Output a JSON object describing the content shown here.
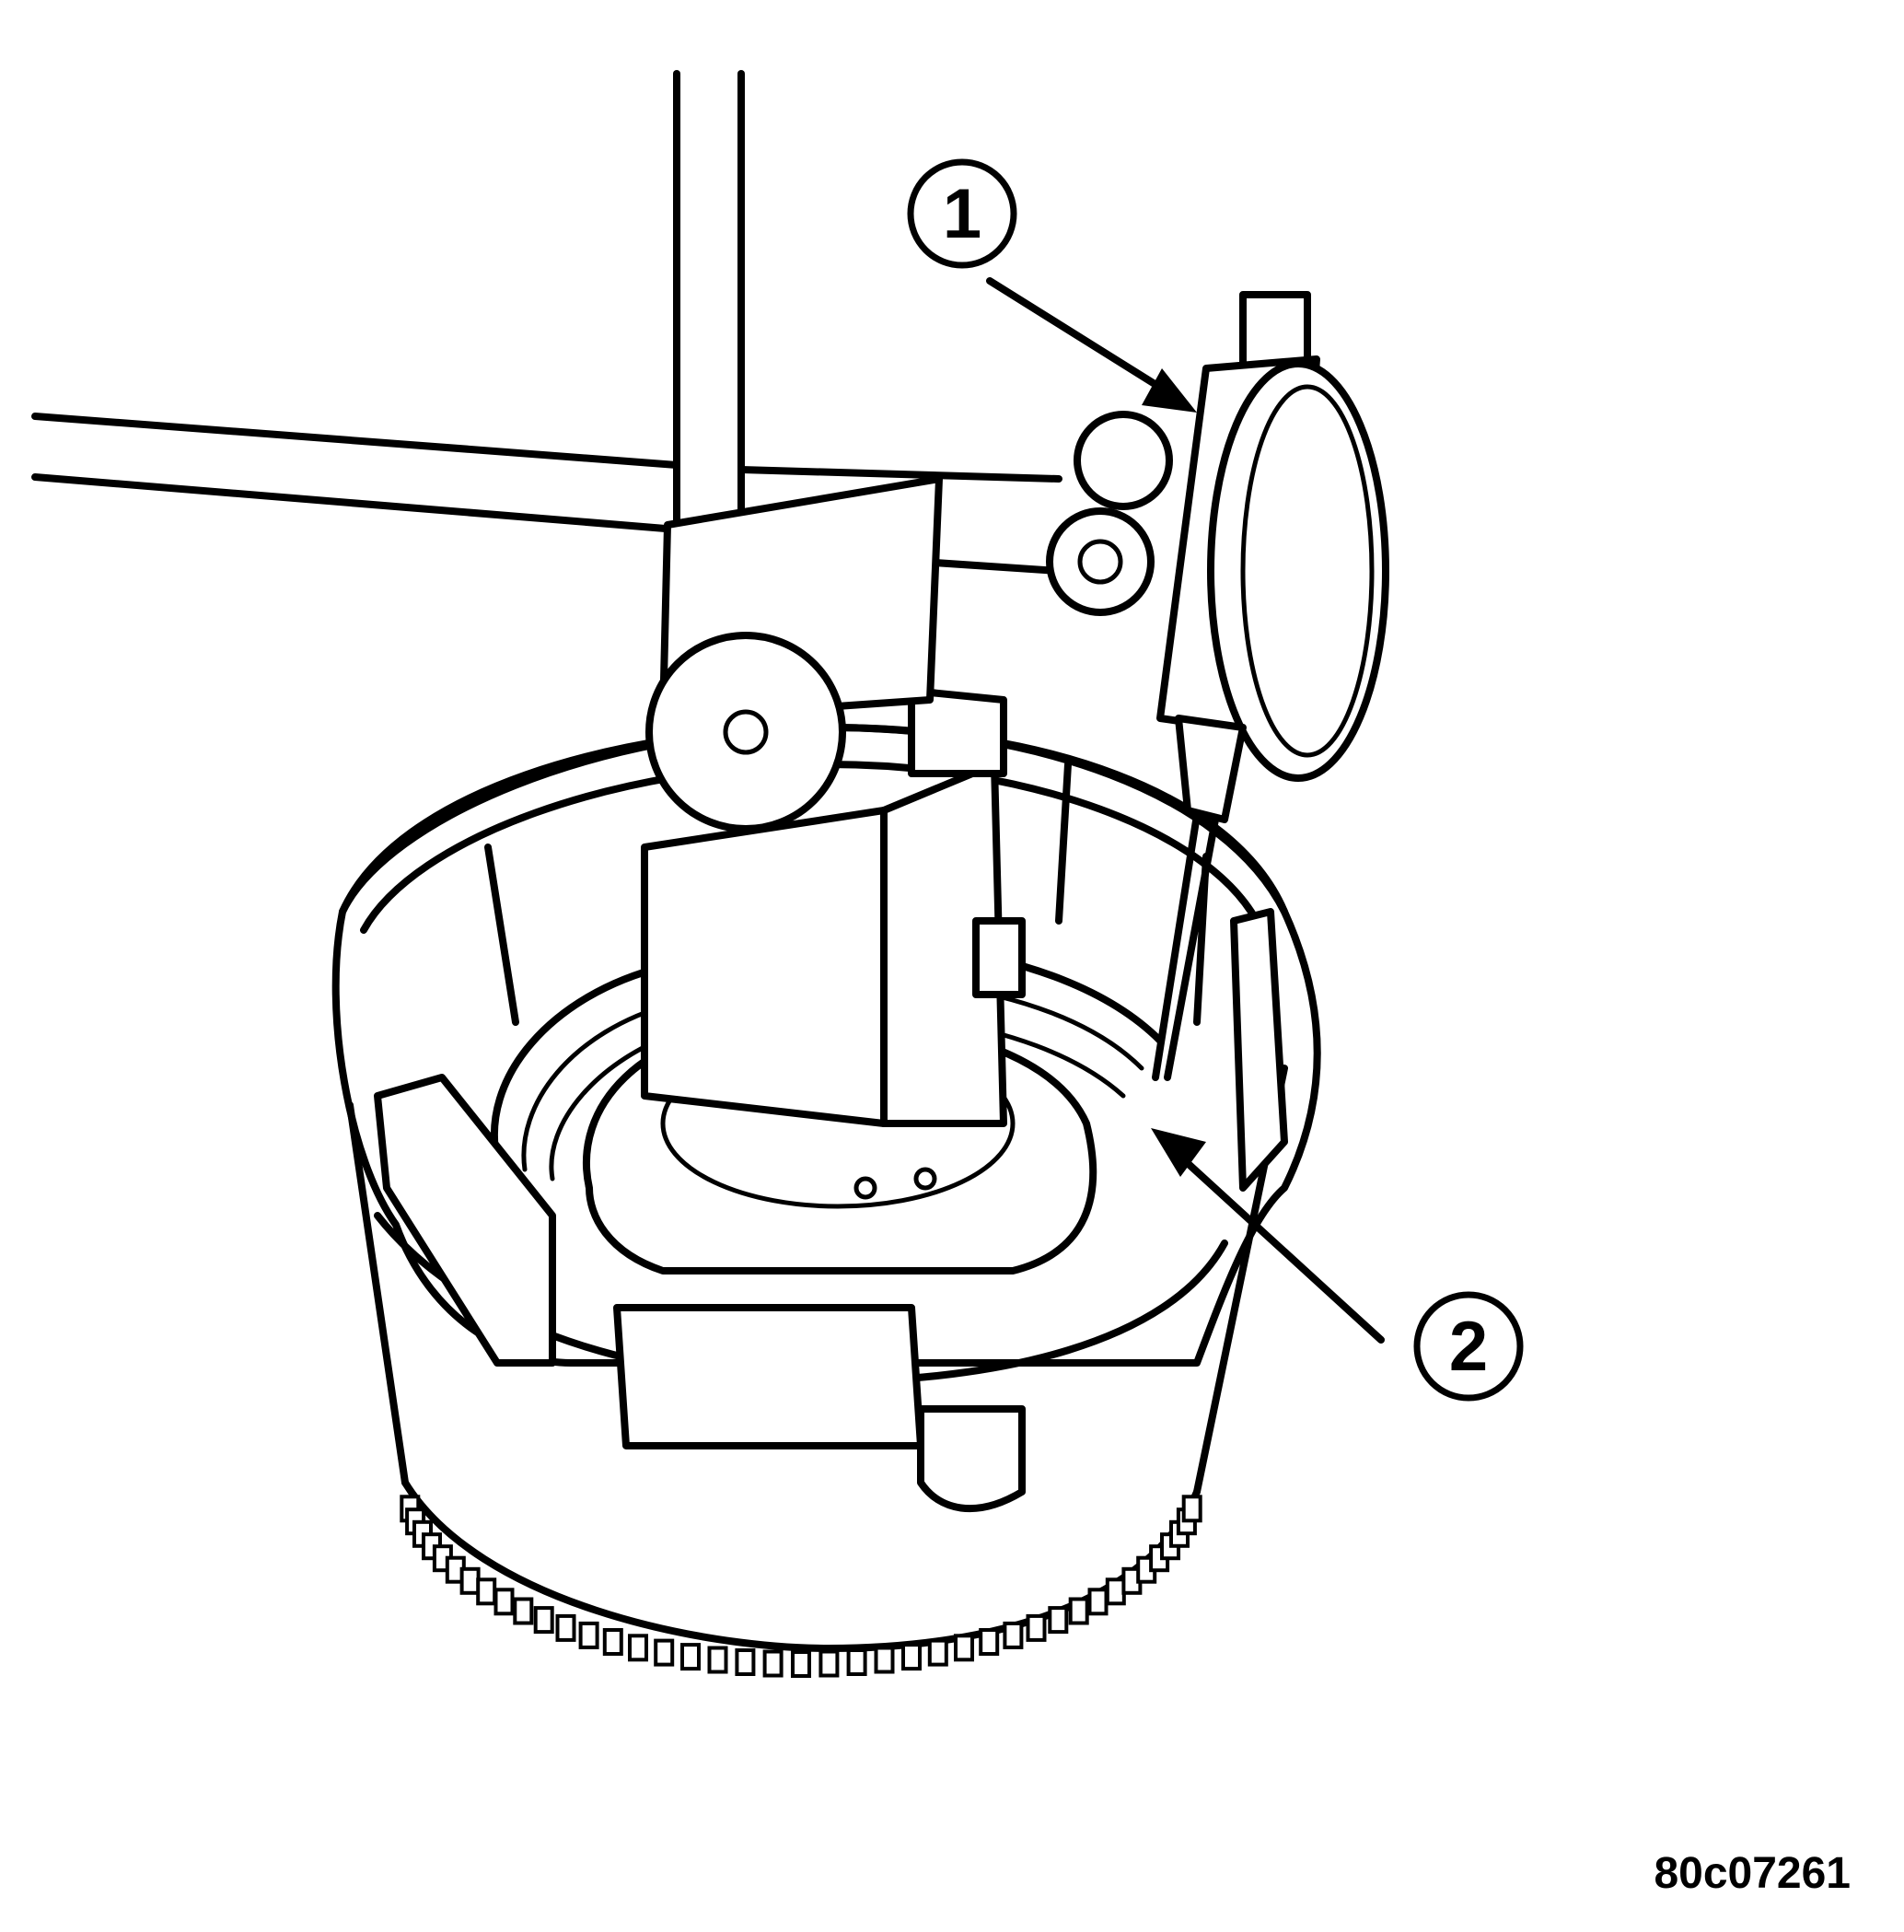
{
  "callouts": [
    {
      "label": "1",
      "name": "dial-indicator"
    },
    {
      "label": "2",
      "name": "clutch-pack"
    }
  ],
  "figure_reference": "80c07261"
}
